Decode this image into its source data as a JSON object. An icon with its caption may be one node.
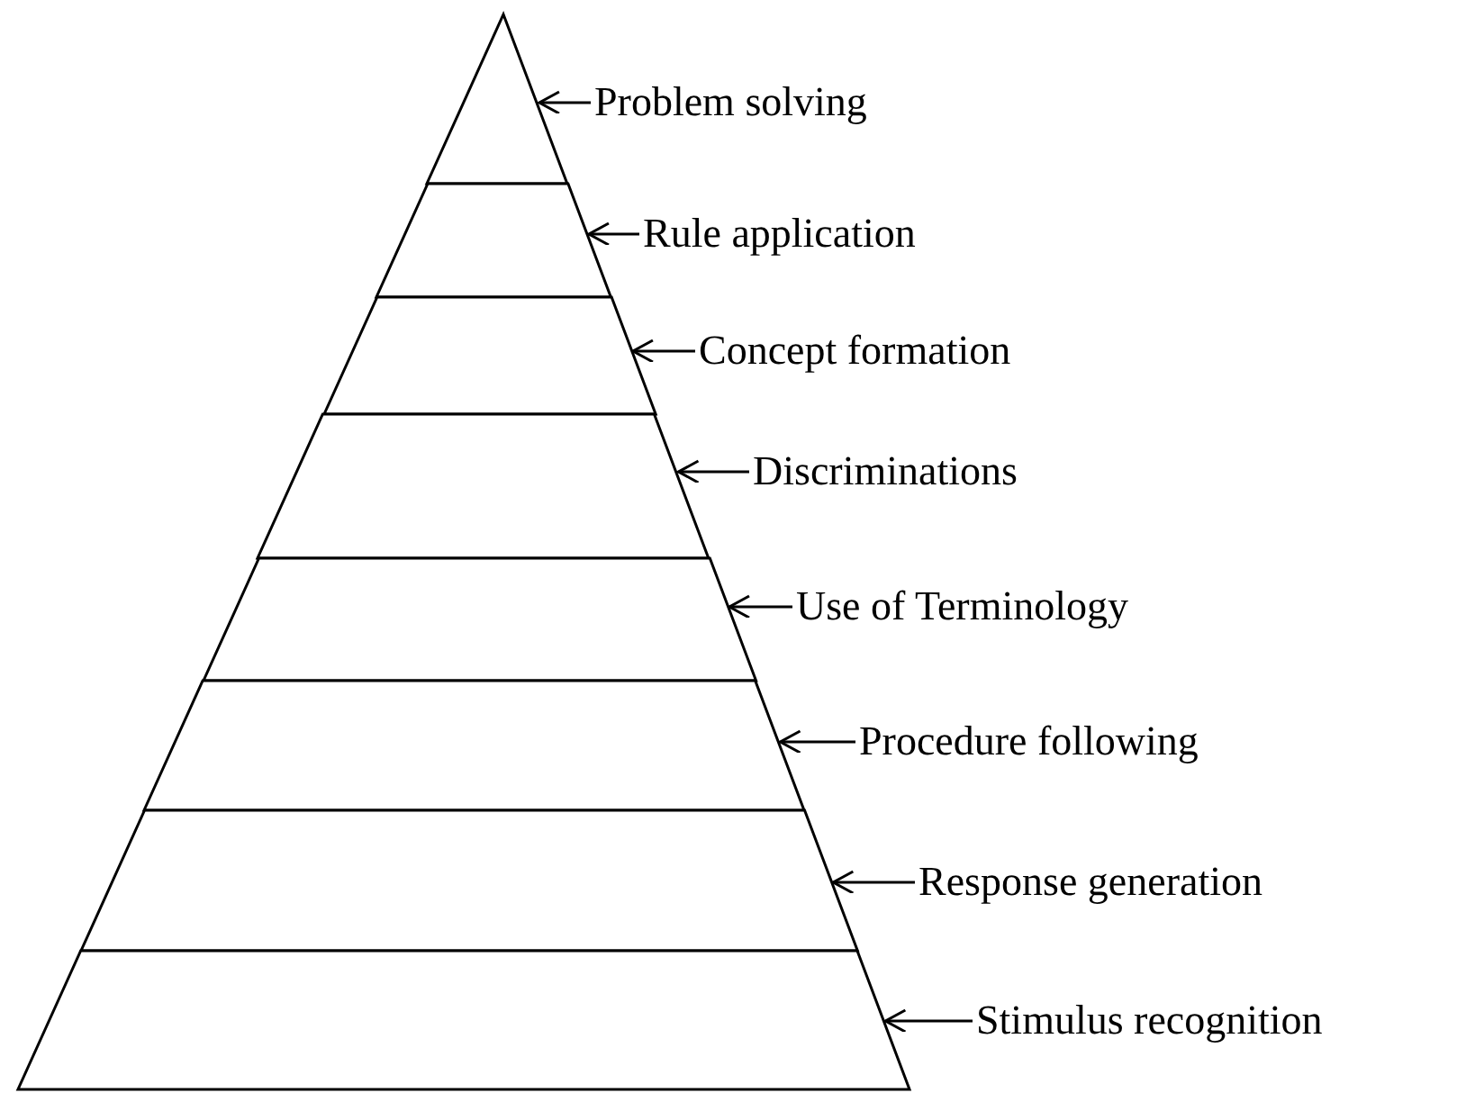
{
  "diagram": {
    "nodes": [
      {
        "text": [],
        "shape": "triangle"
      },
      {
        "text": [],
        "shape": "band"
      },
      {
        "text": [],
        "shape": "band"
      },
      {
        "text": [],
        "shape": "band"
      },
      {
        "text": [],
        "shape": "band"
      },
      {
        "text": [],
        "shape": "band"
      },
      {
        "text": [],
        "shape": "band"
      },
      {
        "text": [],
        "shape": "band"
      },
      {
        "text": [
          "Problem solving"
        ]
      },
      {
        "text": [
          "Rule application"
        ]
      },
      {
        "text": [
          "Concept formation"
        ]
      },
      {
        "text": [
          "Discriminations"
        ]
      },
      {
        "text": [
          "Use of Terminology"
        ]
      },
      {
        "text": [
          "Procedure following"
        ]
      },
      {
        "text": [
          "Response generation"
        ]
      },
      {
        "text": [
          "Stimulus recognition"
        ]
      }
    ],
    "edges": [
      {
        "from": 8,
        "to": 0,
        "arrow": "to"
      },
      {
        "from": 9,
        "to": 1,
        "arrow": "to"
      },
      {
        "from": 10,
        "to": 2,
        "arrow": "to"
      },
      {
        "from": 11,
        "to": 3,
        "arrow": "to"
      },
      {
        "from": 12,
        "to": 4,
        "arrow": "to"
      },
      {
        "from": 13,
        "to": 5,
        "arrow": "to"
      },
      {
        "from": 14,
        "to": 6,
        "arrow": "to"
      },
      {
        "from": 15,
        "to": 7,
        "arrow": "to"
      }
    ]
  }
}
